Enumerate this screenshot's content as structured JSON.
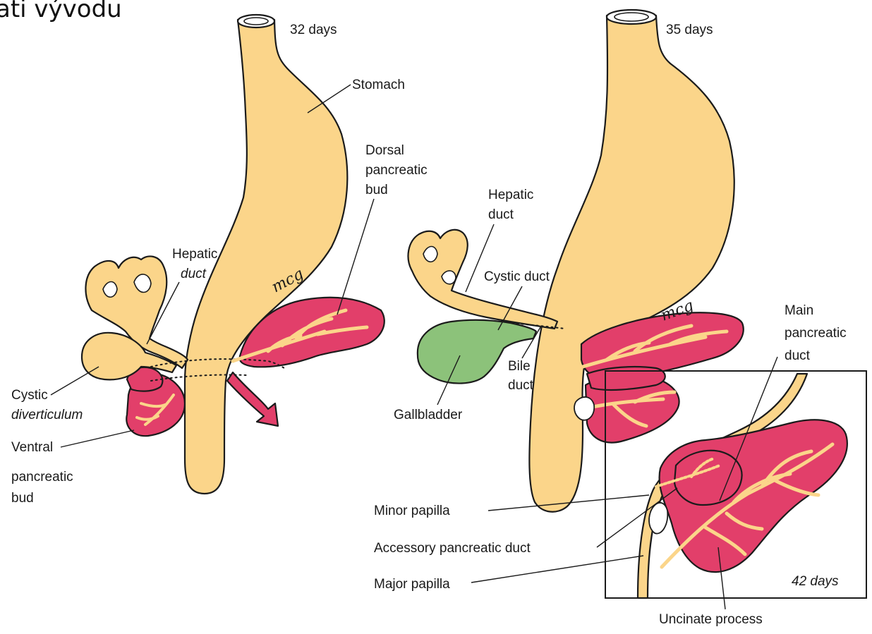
{
  "heading": "ati vývodu",
  "colors": {
    "gut": "#FBD58A",
    "pancreas": "#E23F6A",
    "pancreas_dark": "#C22556",
    "gallbladder": "#8CC27A",
    "outline": "#1b1b1b"
  },
  "panel_32": {
    "stage": "32 days",
    "labels": {
      "stomach": "Stomach",
      "dorsal_bud_1": "Dorsal",
      "dorsal_bud_2": "pancreatic",
      "dorsal_bud_3": "bud",
      "hepatic_duct_1": "Hepatic",
      "hepatic_duct_2": "duct",
      "cystic_div_1": "Cystic",
      "cystic_div_2": "diverticulum",
      "ventral_bud_1": "Ventral",
      "ventral_bud_2": "pancreatic",
      "ventral_bud_3": "bud"
    },
    "signature": "mcg"
  },
  "panel_35": {
    "stage": "35 days",
    "labels": {
      "hepatic_duct_1": "Hepatic",
      "hepatic_duct_2": "duct",
      "cystic_duct": "Cystic duct",
      "bile_duct_1": "Bile",
      "bile_duct_2": "duct",
      "gallbladder": "Gallbladder",
      "main_duct_1": "Main",
      "main_duct_2": "pancreatic",
      "main_duct_3": "duct"
    },
    "signature": "mcg"
  },
  "panel_42": {
    "stage": "42 days",
    "labels": {
      "minor_papilla": "Minor papilla",
      "accessory_duct": "Accessory pancreatic duct",
      "major_papilla": "Major papilla",
      "uncinate": "Uncinate process"
    }
  }
}
